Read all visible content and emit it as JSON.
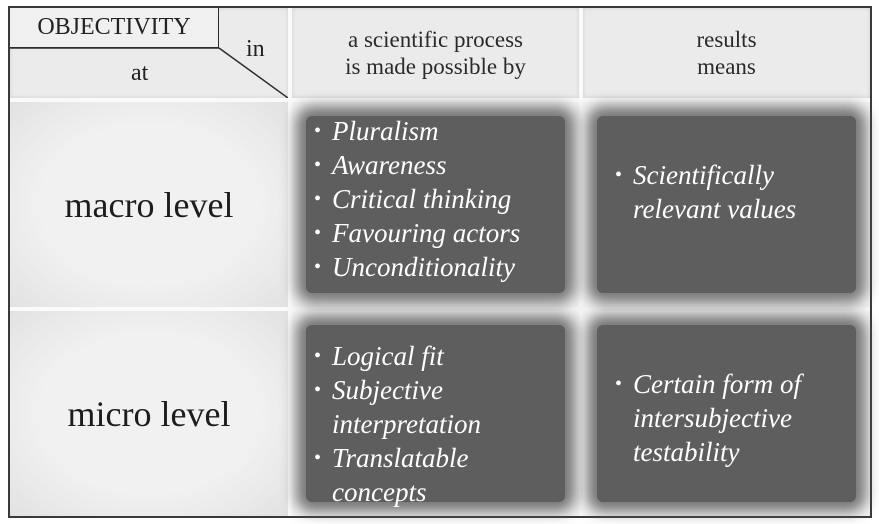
{
  "corner": {
    "title": "OBJECTIVITY",
    "in_label": "in",
    "at_label": "at"
  },
  "columns": [
    {
      "line1": "a scientific process",
      "line2": "is made possible by"
    },
    {
      "line1": "results",
      "line2": "means"
    }
  ],
  "rows": [
    {
      "level": "macro level",
      "process_items": [
        "Pluralism",
        "Awareness",
        "Critical thinking",
        "Favouring actors",
        "Unconditionality"
      ],
      "result_items": [
        "Scientifically relevant values"
      ]
    },
    {
      "level": "micro level",
      "process_items": [
        "Logical fit",
        "Subjective interpretation",
        "Translatable concepts"
      ],
      "result_items": [
        "Certain form of intersubjective testability"
      ]
    }
  ]
}
